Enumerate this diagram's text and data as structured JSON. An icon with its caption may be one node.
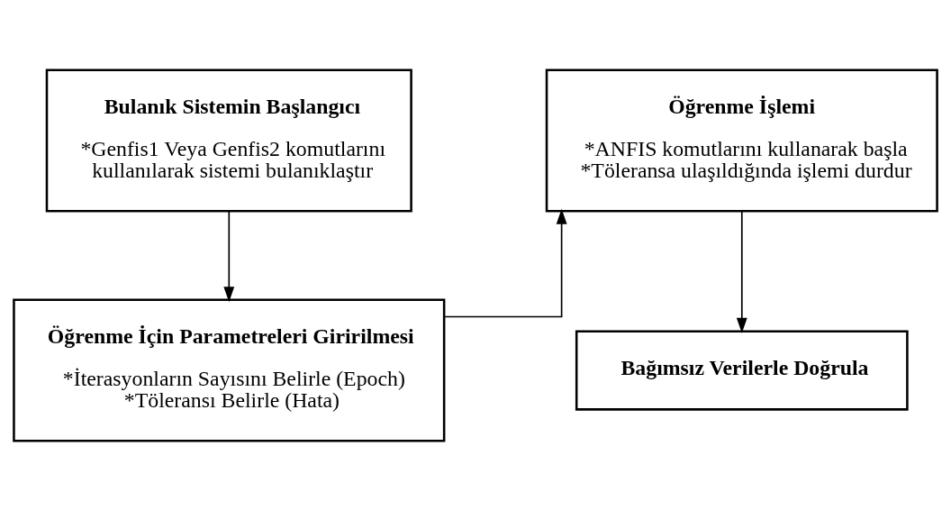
{
  "diagram": {
    "nodes": [
      {
        "text": [
          "Bulanık Sistemin Başlangıcı",
          "*Genfis1 Veya Genfis2 komutlarını kullanılarak sistemi bulanıklaştır"
        ]
      },
      {
        "text": [
          "Öğrenme İçin Parametreleri Giririlmesi",
          "*İterasyonların Sayısını Belirle (Epoch)",
          "*Töleransı Belirle (Hata)"
        ]
      },
      {
        "text": [
          "Öğrenme İşlemi",
          "*ANFIS komutlarını kullanarak başla",
          "*Töleransa ulaşıldığında işlemi durdur"
        ]
      },
      {
        "text": [
          "Bağımsız Verilerle Doğrula"
        ]
      }
    ],
    "edges": [
      {
        "from": 0,
        "to": 1,
        "arrow": "to"
      },
      {
        "from": 1,
        "to": 2,
        "arrow": "to"
      },
      {
        "from": 2,
        "to": 3,
        "arrow": "to"
      }
    ]
  }
}
